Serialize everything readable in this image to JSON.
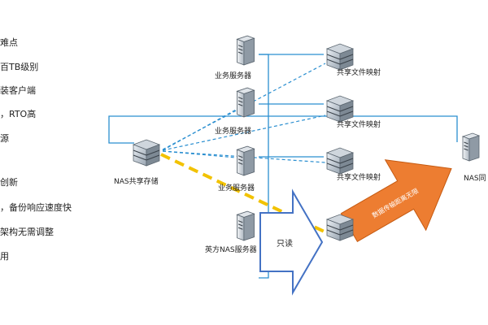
{
  "left_panel": {
    "items": [
      "难点",
      "百TB级别",
      "装客户端",
      "，RTO高",
      "源",
      "创新",
      "，备份响应速度快",
      "架构无需调整",
      "用"
    ]
  },
  "nodes": {
    "nas_storage": "NAS共享存储",
    "biz_server_1": "业务服务器",
    "biz_server_2": "业务服务器",
    "biz_server_3": "业务服务器",
    "yingfang_nas": "英方NAS服务器",
    "mapping_1": "共享文件映射",
    "mapping_2": "共享文件映射",
    "mapping_3": "共享文件映射",
    "nas_right": "NAS同"
  },
  "arrows": {
    "read_only": "只读",
    "transfer": "数据传输距离无限"
  },
  "colors": {
    "link_blue": "#2b8fd0",
    "dashed_yellow": "#f2c200",
    "big_arrow_orange": "#ed7d31",
    "read_arrow_stroke": "#4472c4"
  }
}
